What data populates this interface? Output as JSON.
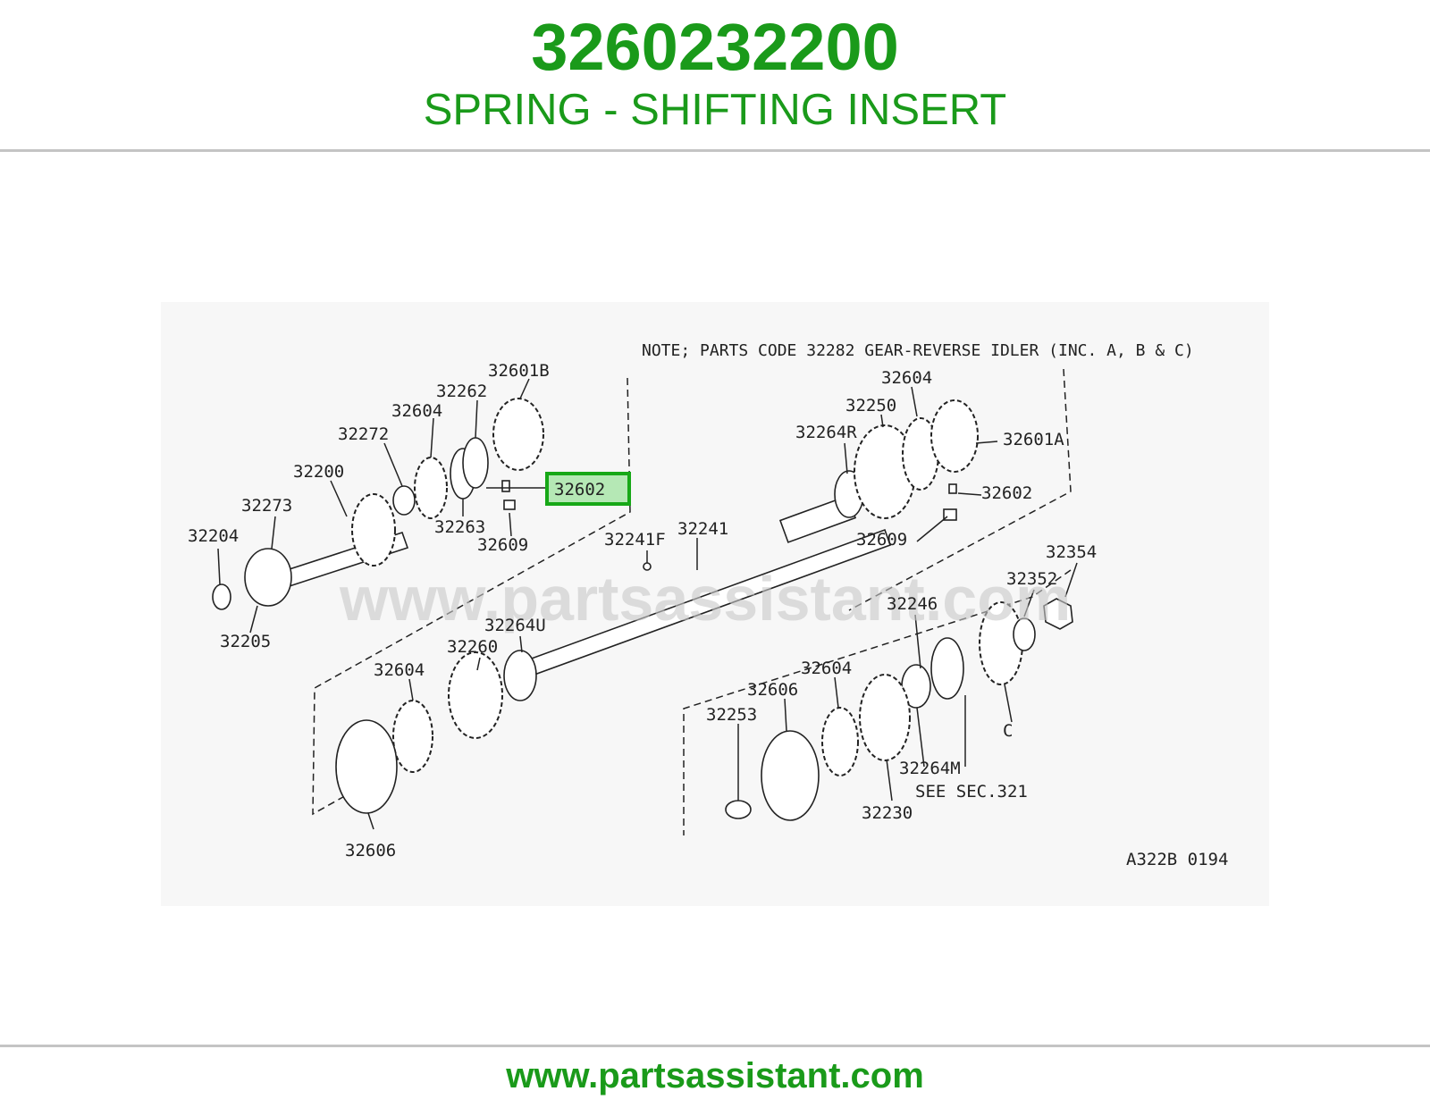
{
  "header": {
    "part_number": "3260232200",
    "part_name": "SPRING - SHIFTING INSERT"
  },
  "diagram": {
    "note": "NOTE; PARTS CODE 32282 GEAR-REVERSE IDLER (INC. A, B & C)",
    "watermark": "www.partsassistant.com",
    "highlighted_label": "32602",
    "figure_code": "A322B 0194",
    "labels": [
      "32601B",
      "32262",
      "32604",
      "32272",
      "32200",
      "32273",
      "32204",
      "32205",
      "32263",
      "32609",
      "32241F",
      "32241",
      "32604",
      "32250",
      "32264R",
      "32601A",
      "32602",
      "32609",
      "32354",
      "32352",
      "32246",
      "32264U",
      "32260",
      "32604",
      "32604",
      "32606",
      "32253",
      "C",
      "32264M",
      "SEE SEC.321",
      "32230",
      "32606"
    ]
  },
  "footer": {
    "url": "www.partsassistant.com"
  },
  "colors": {
    "brand_green": "#1a9a1a",
    "highlight_fill": "#7fdc7f",
    "rule_gray": "#c4c4c4"
  }
}
